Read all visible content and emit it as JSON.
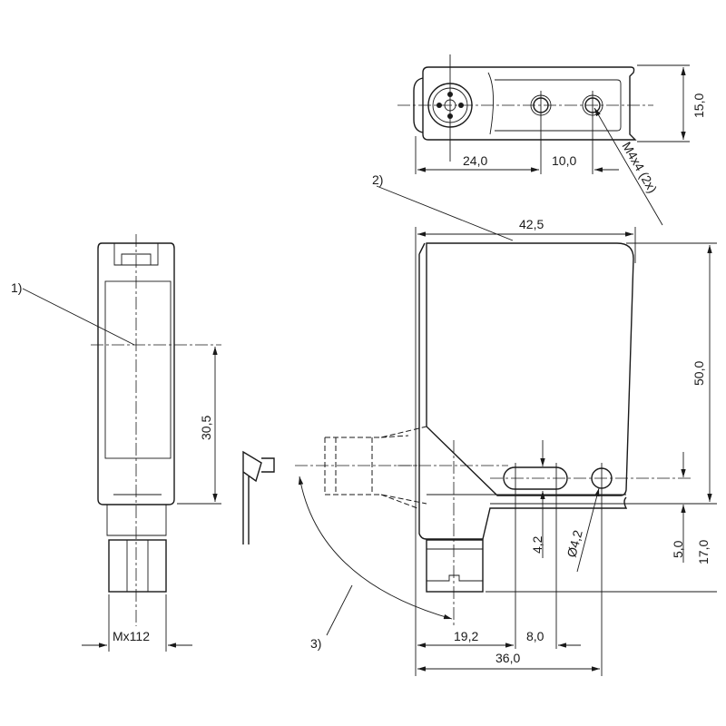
{
  "drawing": {
    "top_view": {
      "width_24": "24,0",
      "hole_spacing": "10,0",
      "height": "15,0",
      "thread": "M4x4 (2x)"
    },
    "front_view": {
      "width": "42,5",
      "height": "50,0",
      "slot_width": "4,2",
      "hole_diameter": "Ø4,2",
      "offset_5": "5,0",
      "offset_17": "17,0",
      "dist_19": "19,2",
      "dist_8": "8,0",
      "dist_36": "36,0"
    },
    "side_view": {
      "height_30": "30,5",
      "connector": "Mx112"
    },
    "callouts": {
      "c1": "1)",
      "c2": "2)",
      "c3": "3)"
    }
  }
}
